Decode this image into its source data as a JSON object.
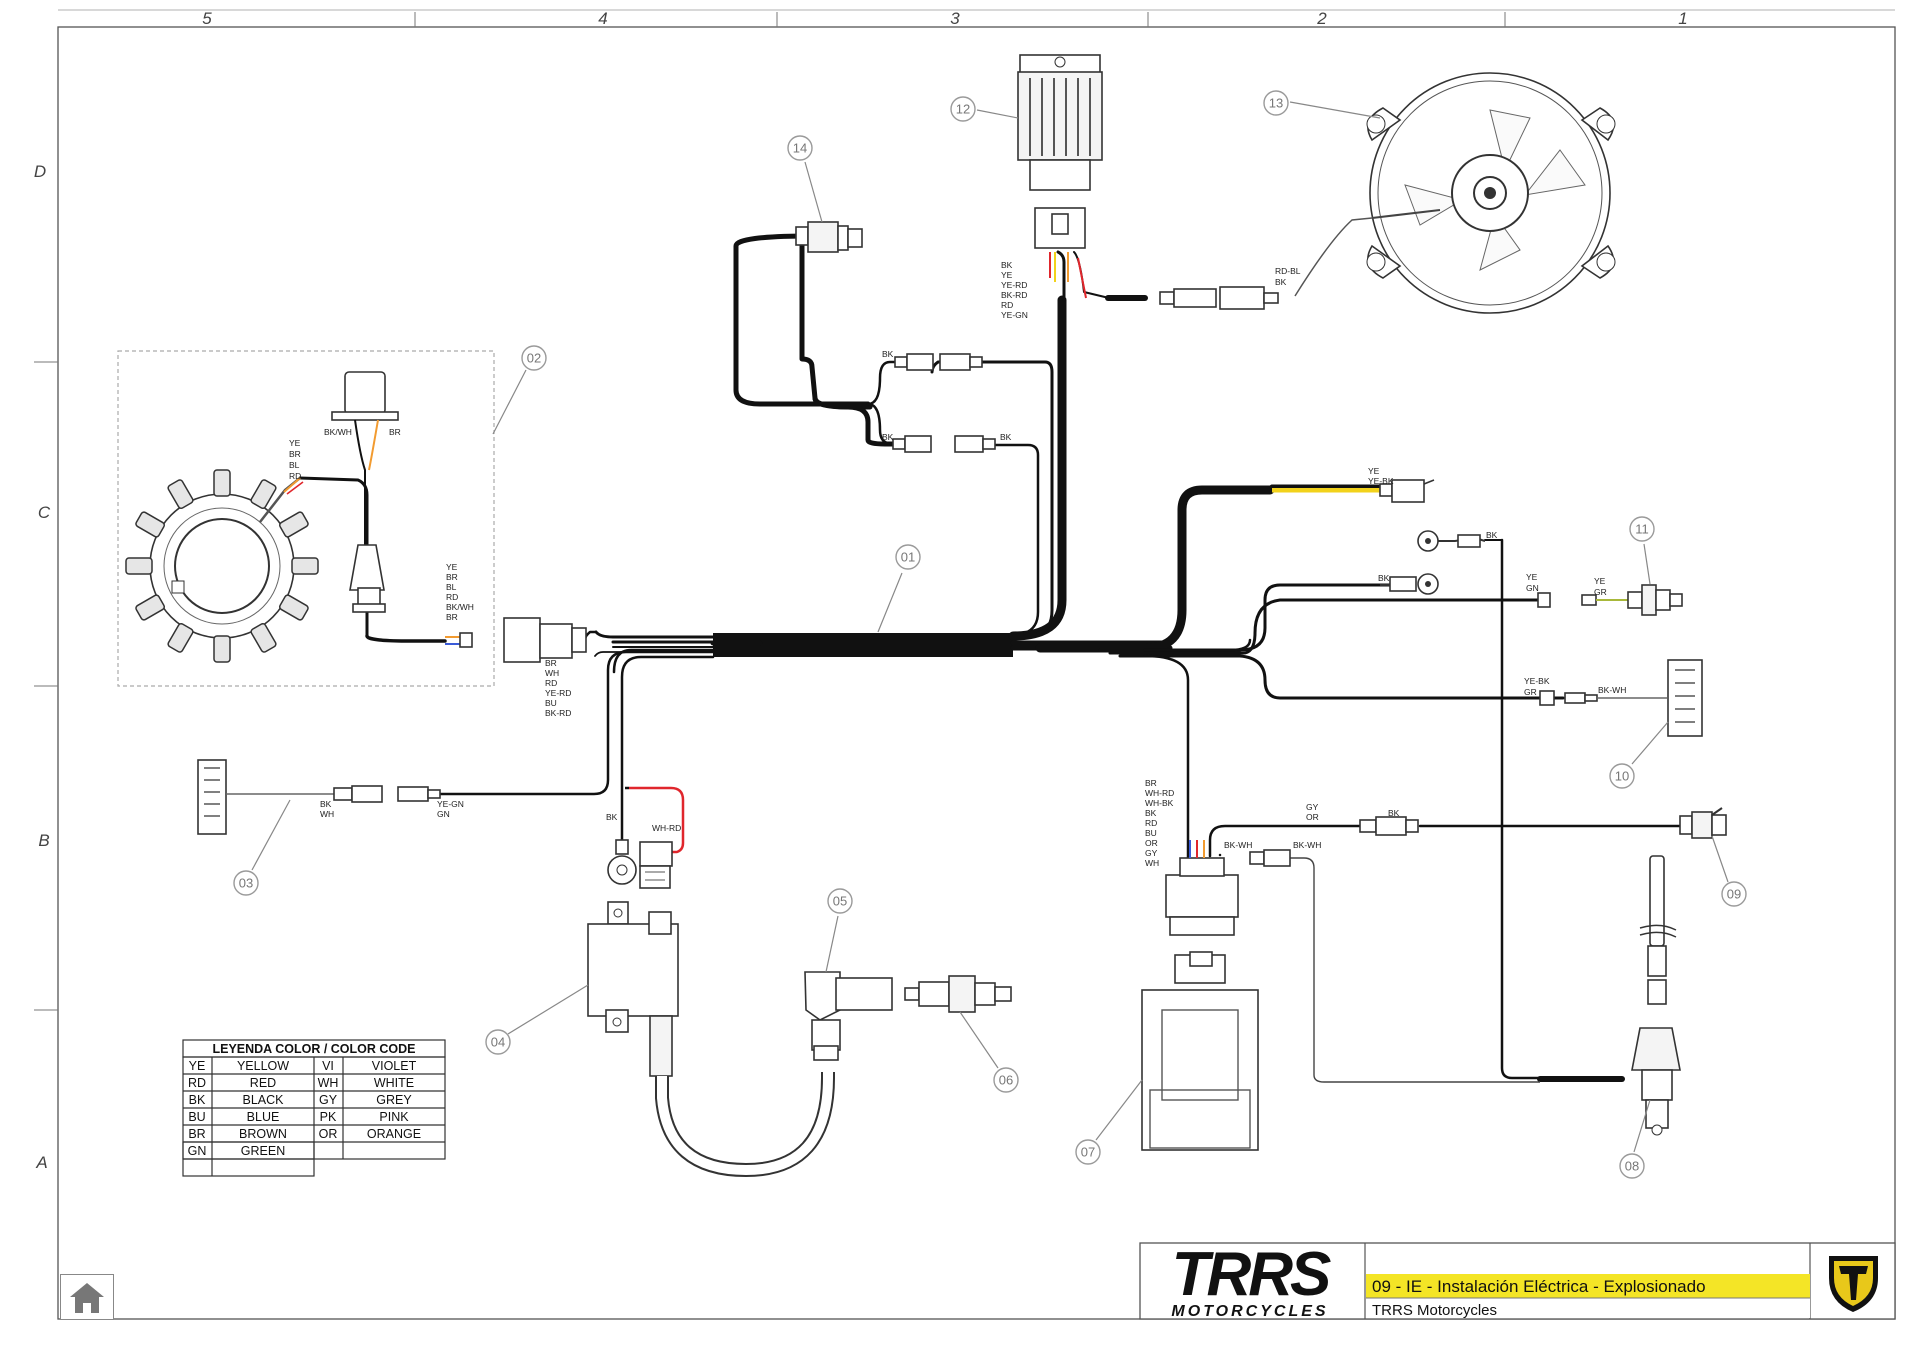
{
  "grid": {
    "columns": [
      "5",
      "4",
      "3",
      "2",
      "1"
    ],
    "rows": [
      "D",
      "C",
      "B",
      "A"
    ]
  },
  "callouts": [
    "01",
    "02",
    "03",
    "04",
    "05",
    "06",
    "07",
    "08",
    "09",
    "10",
    "11",
    "12",
    "13",
    "14"
  ],
  "wire_labels": {
    "stator_top_left": [
      "YE",
      "BR",
      "BL",
      "RD"
    ],
    "pickup_left": "BK/WH",
    "pickup_right": "BR",
    "stator_out": [
      "YE",
      "BR",
      "BL",
      "RD",
      "BK/WH",
      "BR"
    ],
    "stator_conn": [
      "BR",
      "WH",
      "RD",
      "YE-RD",
      "BU",
      "BK-RD"
    ],
    "regulator": [
      "BK",
      "YE",
      "YE-RD",
      "BK-RD",
      "RD",
      "YE-GN"
    ],
    "fan": [
      "RD-BL",
      "BK"
    ],
    "sensor_upper": "BK",
    "sensor_lower": "BK",
    "sensor_lower_r": "BK",
    "top_right_feed": [
      "YE",
      "YE-BK"
    ],
    "ring_bk_top": "BK",
    "ring_bk_mid": "BK",
    "sw11_left": [
      "YE",
      "GN"
    ],
    "sw11_right": [
      "YE",
      "GR"
    ],
    "box10_left": [
      "YE-BK",
      "GR"
    ],
    "box10_right": "BK-WH",
    "plug03_left": [
      "BK",
      "WH"
    ],
    "plug03_right": [
      "YE-GN",
      "GN"
    ],
    "coil_feed_bk": "BK",
    "coil_feed_wh": "WH-RD",
    "cdi": [
      "BR",
      "WH-RD",
      "WH-BK",
      "BK",
      "RD",
      "BU",
      "OR",
      "GY",
      "WH"
    ],
    "cdi_bkwh_1": "BK-WH",
    "cdi_bkwh_2": "BK-WH",
    "sw09_left": [
      "GY",
      "OR"
    ],
    "sw09_right": "BK"
  },
  "legend": {
    "title": "LEYENDA COLOR / COLOR CODE",
    "rows": [
      [
        "YE",
        "YELLOW",
        "VI",
        "VIOLET"
      ],
      [
        "RD",
        "RED",
        "WH",
        "WHITE"
      ],
      [
        "BK",
        "BLACK",
        "GY",
        "GREY"
      ],
      [
        "BU",
        "BLUE",
        "PK",
        "PINK"
      ],
      [
        "BR",
        "BROWN",
        "OR",
        "ORANGE"
      ],
      [
        "GN",
        "GREEN",
        "",
        ""
      ]
    ]
  },
  "title_block": {
    "logo_main": "TRRS",
    "logo_sub": "MOTORCYCLES",
    "title": "09 - IE - Instalación Eléctrica - Explosionado",
    "company": "TRRS Motorcycles"
  },
  "colors": {
    "wire_main": "#111111",
    "wire_yellow": "#f2d21b",
    "wire_red": "#e0262c",
    "wire_orange": "#f29b30",
    "wire_blue": "#3a5bd8",
    "title_bar": "#f4e526",
    "logo_accent": "#e8c81a"
  },
  "icons": {
    "home_button": "home-icon",
    "brand_badge": "trrs-t-badge-icon"
  }
}
